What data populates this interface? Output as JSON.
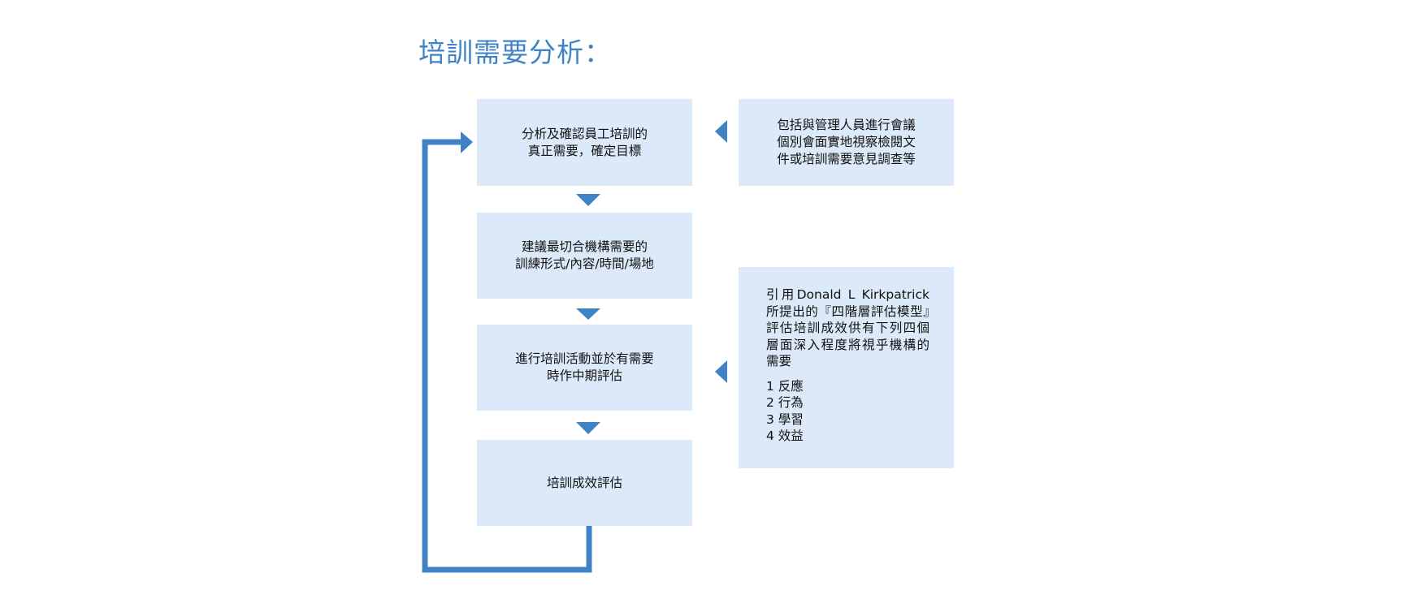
{
  "title": "培訓需要分析：",
  "steps": [
    {
      "lines": [
        "分析及確認員工培訓的",
        "真正需要，確定目標"
      ]
    },
    {
      "lines": [
        "建議最切合機構需要的",
        "訓練形式/內容/時間/場地"
      ]
    },
    {
      "lines": [
        "進行培訓活動並於有需要",
        "時作中期評估"
      ]
    },
    {
      "lines": [
        "培訓成效評估"
      ]
    }
  ],
  "side_notes": [
    {
      "lines": [
        "包括與管理人員進行會議",
        "個別會面實地視察檢閱文",
        "件或培訓需要意見調查等"
      ]
    },
    {
      "intro": "引用Donald L Kirkpatrick所提出的『四階層評估模型』評估培訓成效供有下列四個層面深入程度將視乎機構的需要",
      "levels": [
        "1 反應",
        "2 行為",
        "3 學習",
        "4 效益"
      ]
    }
  ],
  "colors": {
    "accent": "#3f83c6",
    "box_fill": "#dbe9f8",
    "text": "#111111"
  }
}
